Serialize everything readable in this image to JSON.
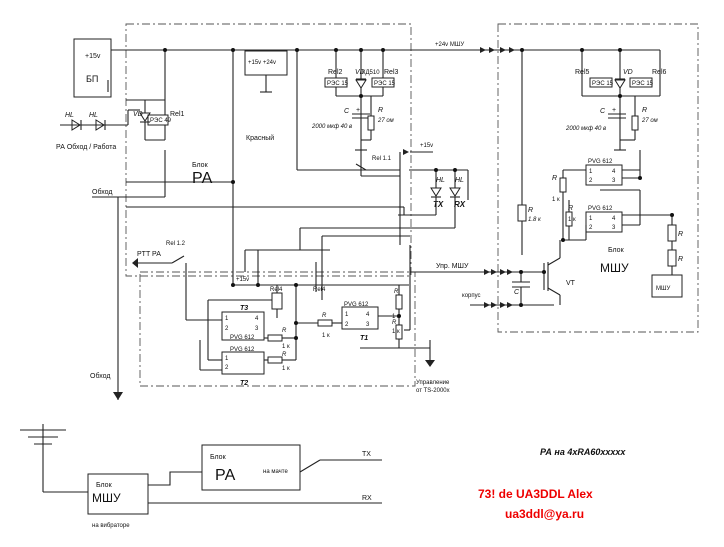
{
  "supply": {
    "v15": "+15v",
    "v24": "+15v  +24v",
    "bp": "БП",
    "mshu24": "+24v МШУ",
    "plus15": "+15v",
    "plus15_red": "+15v"
  },
  "leds": {
    "hl": "HL",
    "vd": "VD",
    "legend": "РА Обход / Работа",
    "tx": "TX",
    "rx": "RX"
  },
  "relays": {
    "rel1": "Rel1",
    "rel2": "Rel2",
    "rel3": "Rel3",
    "rel4": "Rel4",
    "rel4b": "Rel4",
    "rel5": "Rel5",
    "rel6": "Rel6",
    "rel11": "Rel 1.1",
    "rel12": "Rel 1.2",
    "vd_part": "КД510"
  },
  "components": {
    "r": "R",
    "r27": "27 ом",
    "c": "C",
    "c_val": "2000 мкф 40 в",
    "r18": "1.8 к",
    "k1": "1 к",
    "pvg": "PVG 612",
    "vt": "VT",
    "t1": "T1",
    "t2": "T2",
    "t3": "T3"
  },
  "pa_block": {
    "label": "Блок",
    "name": "РА",
    "krasny": "Красный"
  },
  "mshu_block": {
    "label": "Блок",
    "name": "МШУ",
    "small": "МШУ"
  },
  "signals": {
    "obhod": "Обход",
    "obhod2": "Обход",
    "ptt": "PTT РА",
    "upr_mshu": "Упр. МШУ",
    "korpus": "корпус",
    "control": "Управление",
    "control2": "от TS-2000x"
  },
  "bottom": {
    "mshu_label": "Блок",
    "mshu_name": "МШУ",
    "mshu_sub": "на вибраторе",
    "pa_label": "Блок",
    "pa_name": "РА",
    "pa_sub": "на мачте",
    "tx": "TX",
    "rx": "RX"
  },
  "caption": {
    "title": "РА на 4хRA60xxxxx",
    "greeting": "73! de UA3DDL Alex",
    "email": "ua3ddl@ya.ru"
  },
  "colors": {
    "signature": "#ee0000",
    "plus15_red": "#cc0000"
  }
}
